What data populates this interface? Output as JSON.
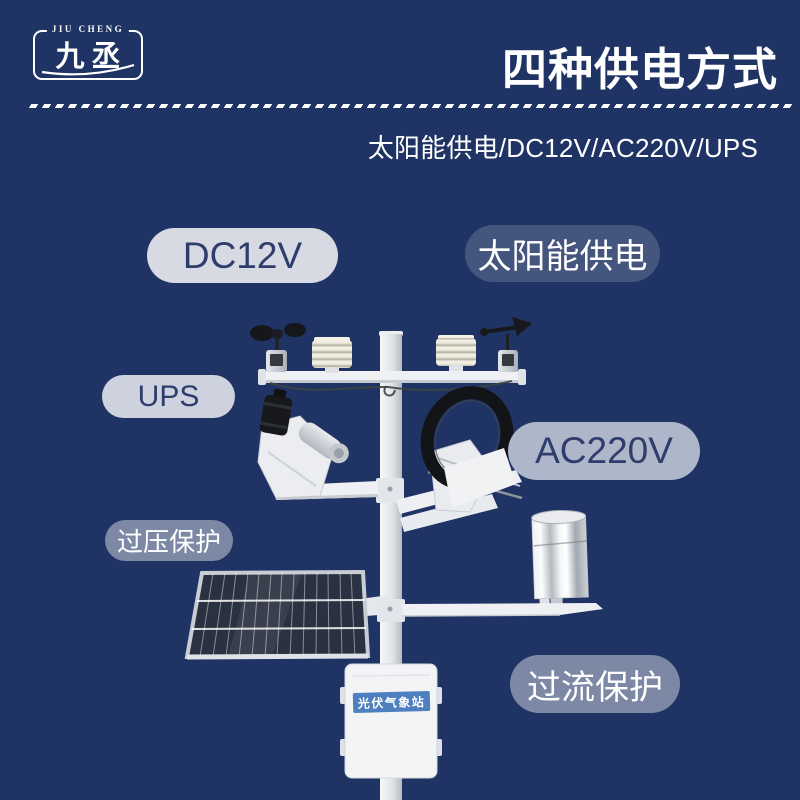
{
  "brand": {
    "name_en": "JIU CHENG",
    "name_cn": "九丞"
  },
  "header": {
    "title": "四种供电方式",
    "subtitle": "太阳能供电/DC12V/AC220V/UPS"
  },
  "power_labels": [
    {
      "label": "DC12V"
    },
    {
      "label": "太阳能供电"
    },
    {
      "label": "UPS"
    },
    {
      "label": "AC220V"
    },
    {
      "label": "过压保护"
    },
    {
      "label": "过流保护"
    }
  ],
  "station": {
    "cabinet_label": "光伏气象站"
  },
  "colors": {
    "background": "#1F3364",
    "title_text": "#FFFFFF",
    "pill_light": "#D7DAE3",
    "pill_light_text": "#2E3D6B",
    "pill_medium": "#AEB6C9",
    "pill_translucent": "rgba(255,255,255,0.42)",
    "pill_dark_translucent": "#45567E",
    "cabinet_label_bg": "#4E80BF"
  }
}
